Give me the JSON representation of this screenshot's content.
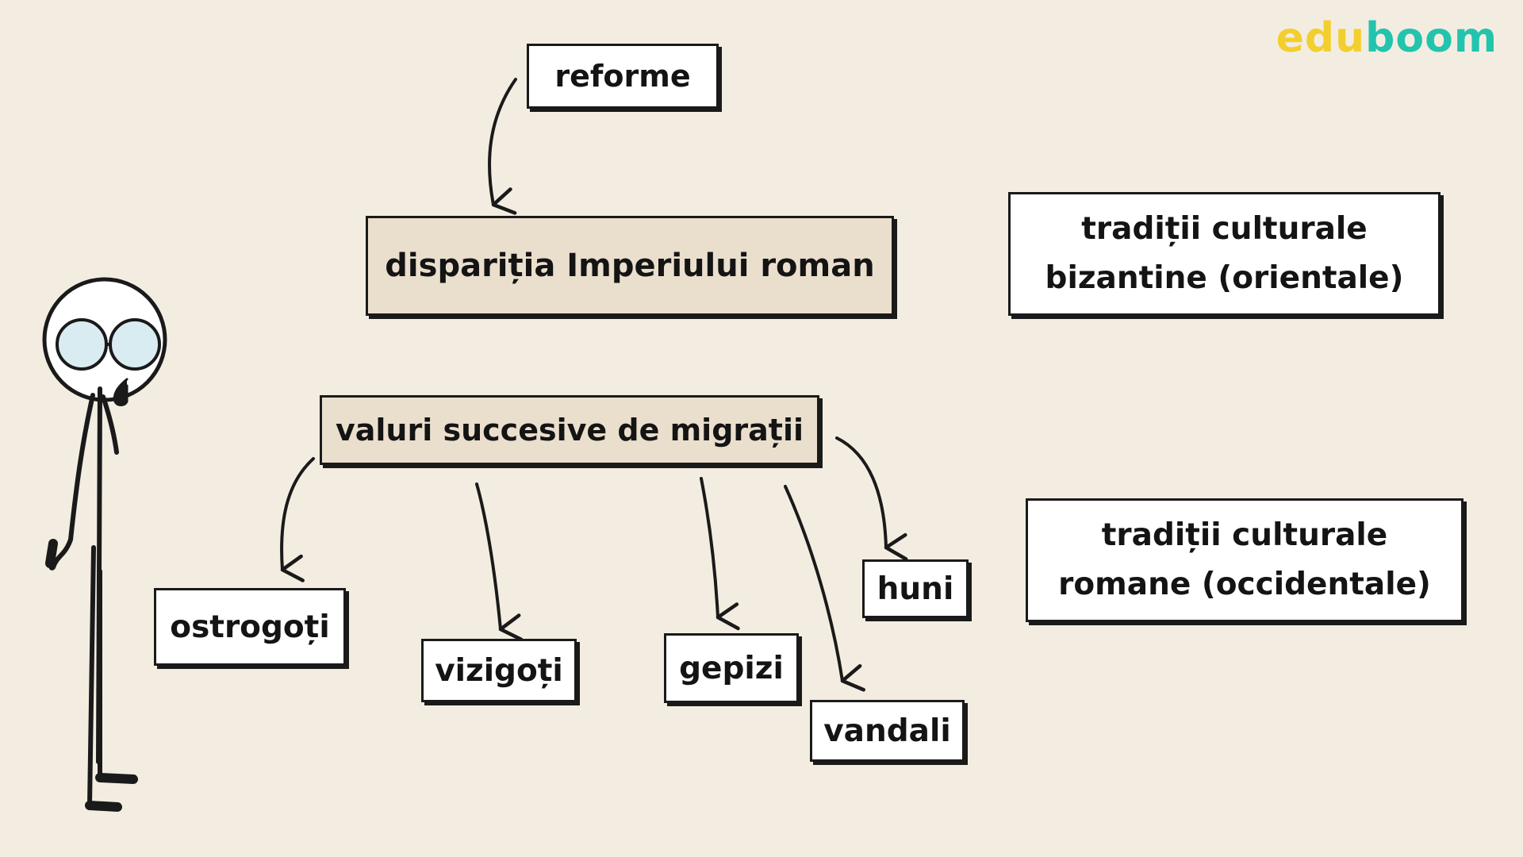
{
  "logo": {
    "part1": "edu",
    "part2": "boom"
  },
  "nodes": {
    "reforme": "reforme",
    "disparitia": "dispariția Imperiului roman",
    "traditii_bizantine": "tradiții culturale\nbizantine (orientale)",
    "valuri": "valuri succesive de migrații",
    "traditii_romane": "tradiții culturale\nromane (occidentale)",
    "ostrogoti": "ostrogoți",
    "vizigoti": "vizigoți",
    "gepizi": "gepizi",
    "huni": "huni",
    "vandali": "vandali"
  },
  "colors": {
    "background": "#f3ede1",
    "ink": "#1a1a1a",
    "box_fill": "#ffffff",
    "highlight_fill": "#eadfcd",
    "logo_edu": "#f2cf2e",
    "logo_boom": "#22c4ae"
  },
  "icons": [
    "arrow-icon",
    "thinking-stick-figure-with-glasses"
  ]
}
